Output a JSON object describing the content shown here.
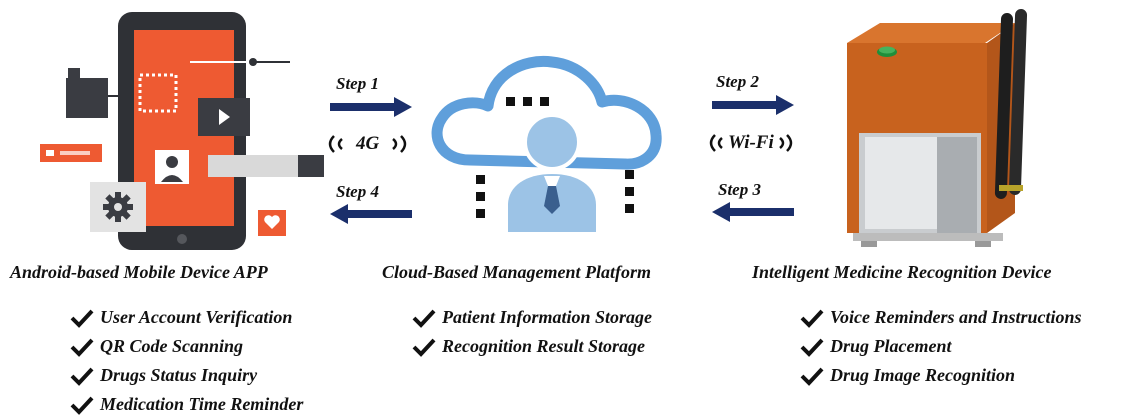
{
  "steps": {
    "step1": "Step 1",
    "step2": "Step 2",
    "step3": "Step 3",
    "step4": "Step 4"
  },
  "protocols": {
    "left": "4G",
    "right": "Wi-Fi"
  },
  "components": [
    {
      "title": "Android-based Mobile Device APP",
      "features": [
        "User Account Verification",
        "QR Code Scanning",
        "Drugs Status Inquiry",
        "Medication Time Reminder"
      ]
    },
    {
      "title": "Cloud-Based Management Platform",
      "features": [
        "Patient Information Storage",
        "Recognition Result Storage"
      ]
    },
    {
      "title": "Intelligent Medicine Recognition Device",
      "features": [
        "Voice Reminders and Instructions",
        "Drug Placement",
        "Drug Image Recognition"
      ]
    }
  ],
  "colors": {
    "arrow": "#1b2f6b",
    "phone_screen": "#ee5a32",
    "phone_body": "#2f3136",
    "cloud_outline": "#5f9fdb",
    "person": "#9cc3e6",
    "tie": "#3a5f8e",
    "device_orange": "#c8621e",
    "antenna": "#1e1e1e",
    "button_green": "#1f8f3a"
  }
}
